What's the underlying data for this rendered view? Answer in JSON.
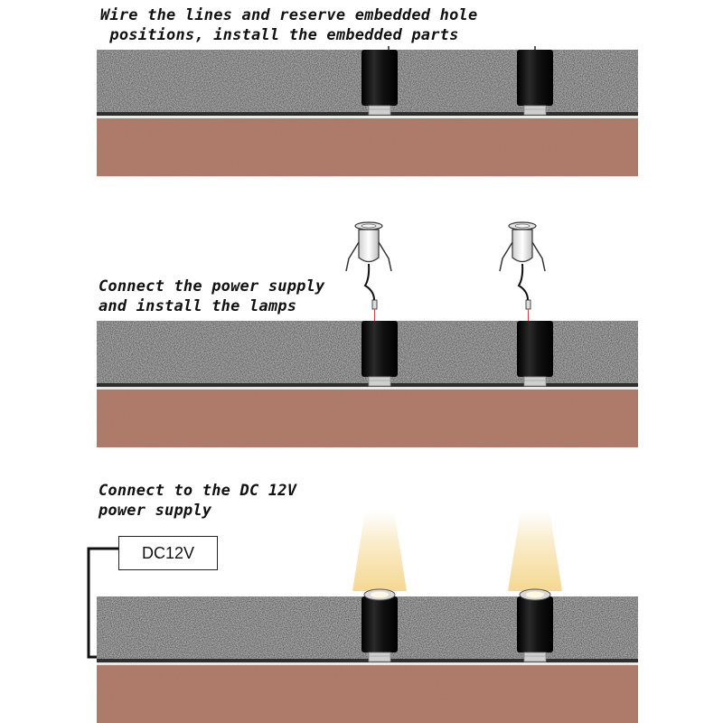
{
  "steps": [
    {
      "caption_lines": [
        "Wire the lines and reserve embedded hole",
        " positions, install the embedded parts"
      ]
    },
    {
      "caption_lines": [
        "Connect the power supply",
        "and install the lamps"
      ]
    },
    {
      "caption_lines": [
        "Connect to the DC 12V",
        "power supply"
      ]
    }
  ],
  "power_box": {
    "label": "DC12V"
  },
  "colors": {
    "concrete": "#a5a5a5",
    "soil": "#b07a6a",
    "sleeve": "#111111",
    "wire": "#111111",
    "light": "#f4d68c"
  }
}
